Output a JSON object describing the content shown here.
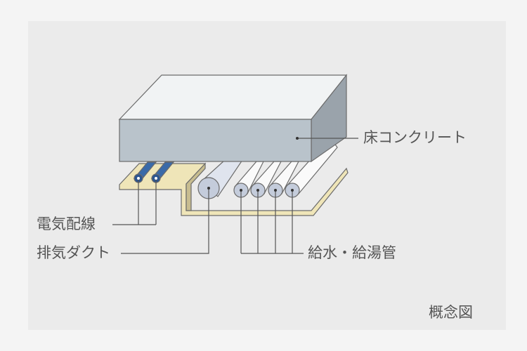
{
  "labels": {
    "floor_concrete": "床コンクリート",
    "electrical_wiring": "電気配線",
    "exhaust_duct": "排気ダクト",
    "water_supply": "給水・給湯管",
    "caption": "概念図"
  },
  "colors": {
    "concrete_front": "#b9c3cb",
    "concrete_top": "#f1f3f4",
    "concrete_side": "#9aa3ab",
    "plate": "#efe5b8",
    "cable": "#3a6aa8",
    "duct": "#c4ccdb",
    "line": "#555555"
  }
}
